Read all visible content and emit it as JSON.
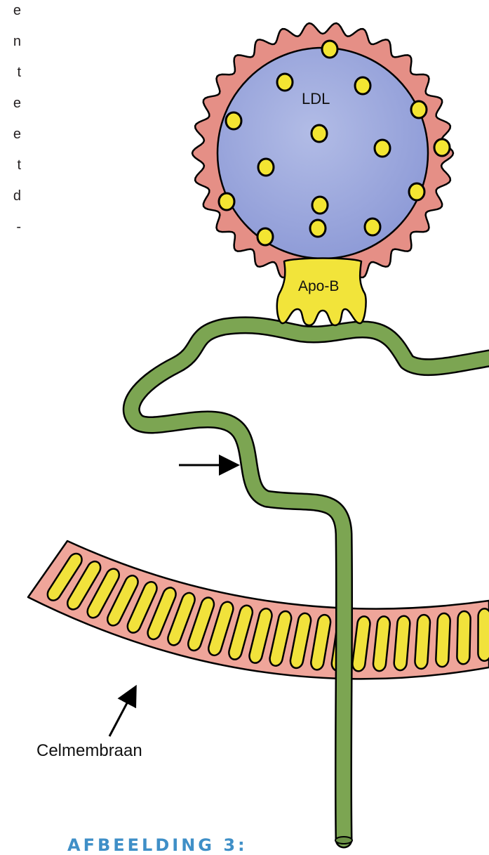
{
  "margin_text": {
    "letters": [
      "e",
      "n",
      "t",
      "e",
      "e",
      "t",
      "d",
      "-"
    ]
  },
  "labels": {
    "ldl": "LDL",
    "apo_b": "Apo-B",
    "membrane": "Celmembraan"
  },
  "figure": {
    "heading": "AFBEELDING 3:"
  },
  "colors": {
    "ldl_core": "#9aa6dc",
    "ldl_shell": "#e58f86",
    "cholesterol_dot": "#f3e532",
    "apo_b": "#f2e43a",
    "receptor": "#7ca552",
    "membrane": "#efa59a",
    "membrane_band": "#f1e23b",
    "heading": "#3f8fc7"
  }
}
